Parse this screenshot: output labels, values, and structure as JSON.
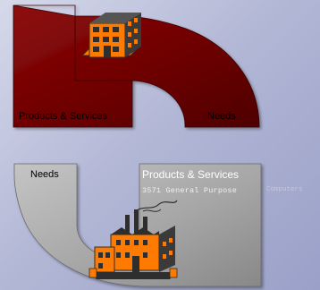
{
  "top_panel": {
    "left_label": "Products & Services",
    "right_label": "Needs",
    "fill_color": "#7a0000",
    "icon": "office-building-icon"
  },
  "bottom_panel": {
    "left_label": "Needs",
    "right_title": "Products & Services",
    "right_subtitle": "3571 General Purpose",
    "right_subtitle_faded": "Computers",
    "fill_color": "#a9a9a9",
    "icon": "factory-icon"
  },
  "colors": {
    "accent_orange": "#ff7a00",
    "dark_gray": "#2e2e2e"
  }
}
